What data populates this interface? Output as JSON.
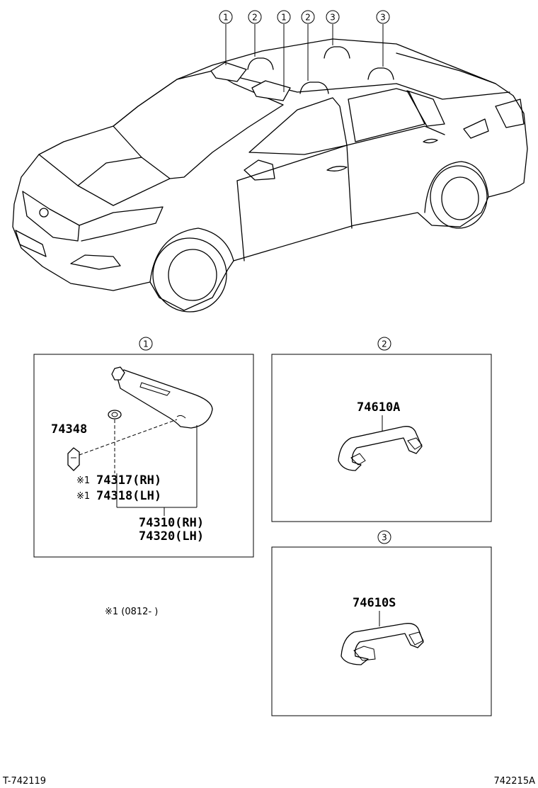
{
  "callouts": {
    "c1": "1",
    "c2": "2",
    "c3": "3"
  },
  "car_callouts": [
    "1",
    "2",
    "1",
    "2",
    "3",
    "3"
  ],
  "panel1": {
    "label": "1",
    "parts": {
      "clip": "74348",
      "holder_rh": "74317(RH)",
      "holder_lh": "74318(LH)",
      "visor_rh": "74310(RH)",
      "visor_lh": "74320(LH)",
      "mark": "※1"
    }
  },
  "panel2": {
    "label": "2",
    "part": "74610A"
  },
  "panel3": {
    "label": "3",
    "part": "74610S"
  },
  "footnote": "※1 (0812-     )",
  "footer": {
    "left": "T-742119",
    "right": "742215A"
  }
}
